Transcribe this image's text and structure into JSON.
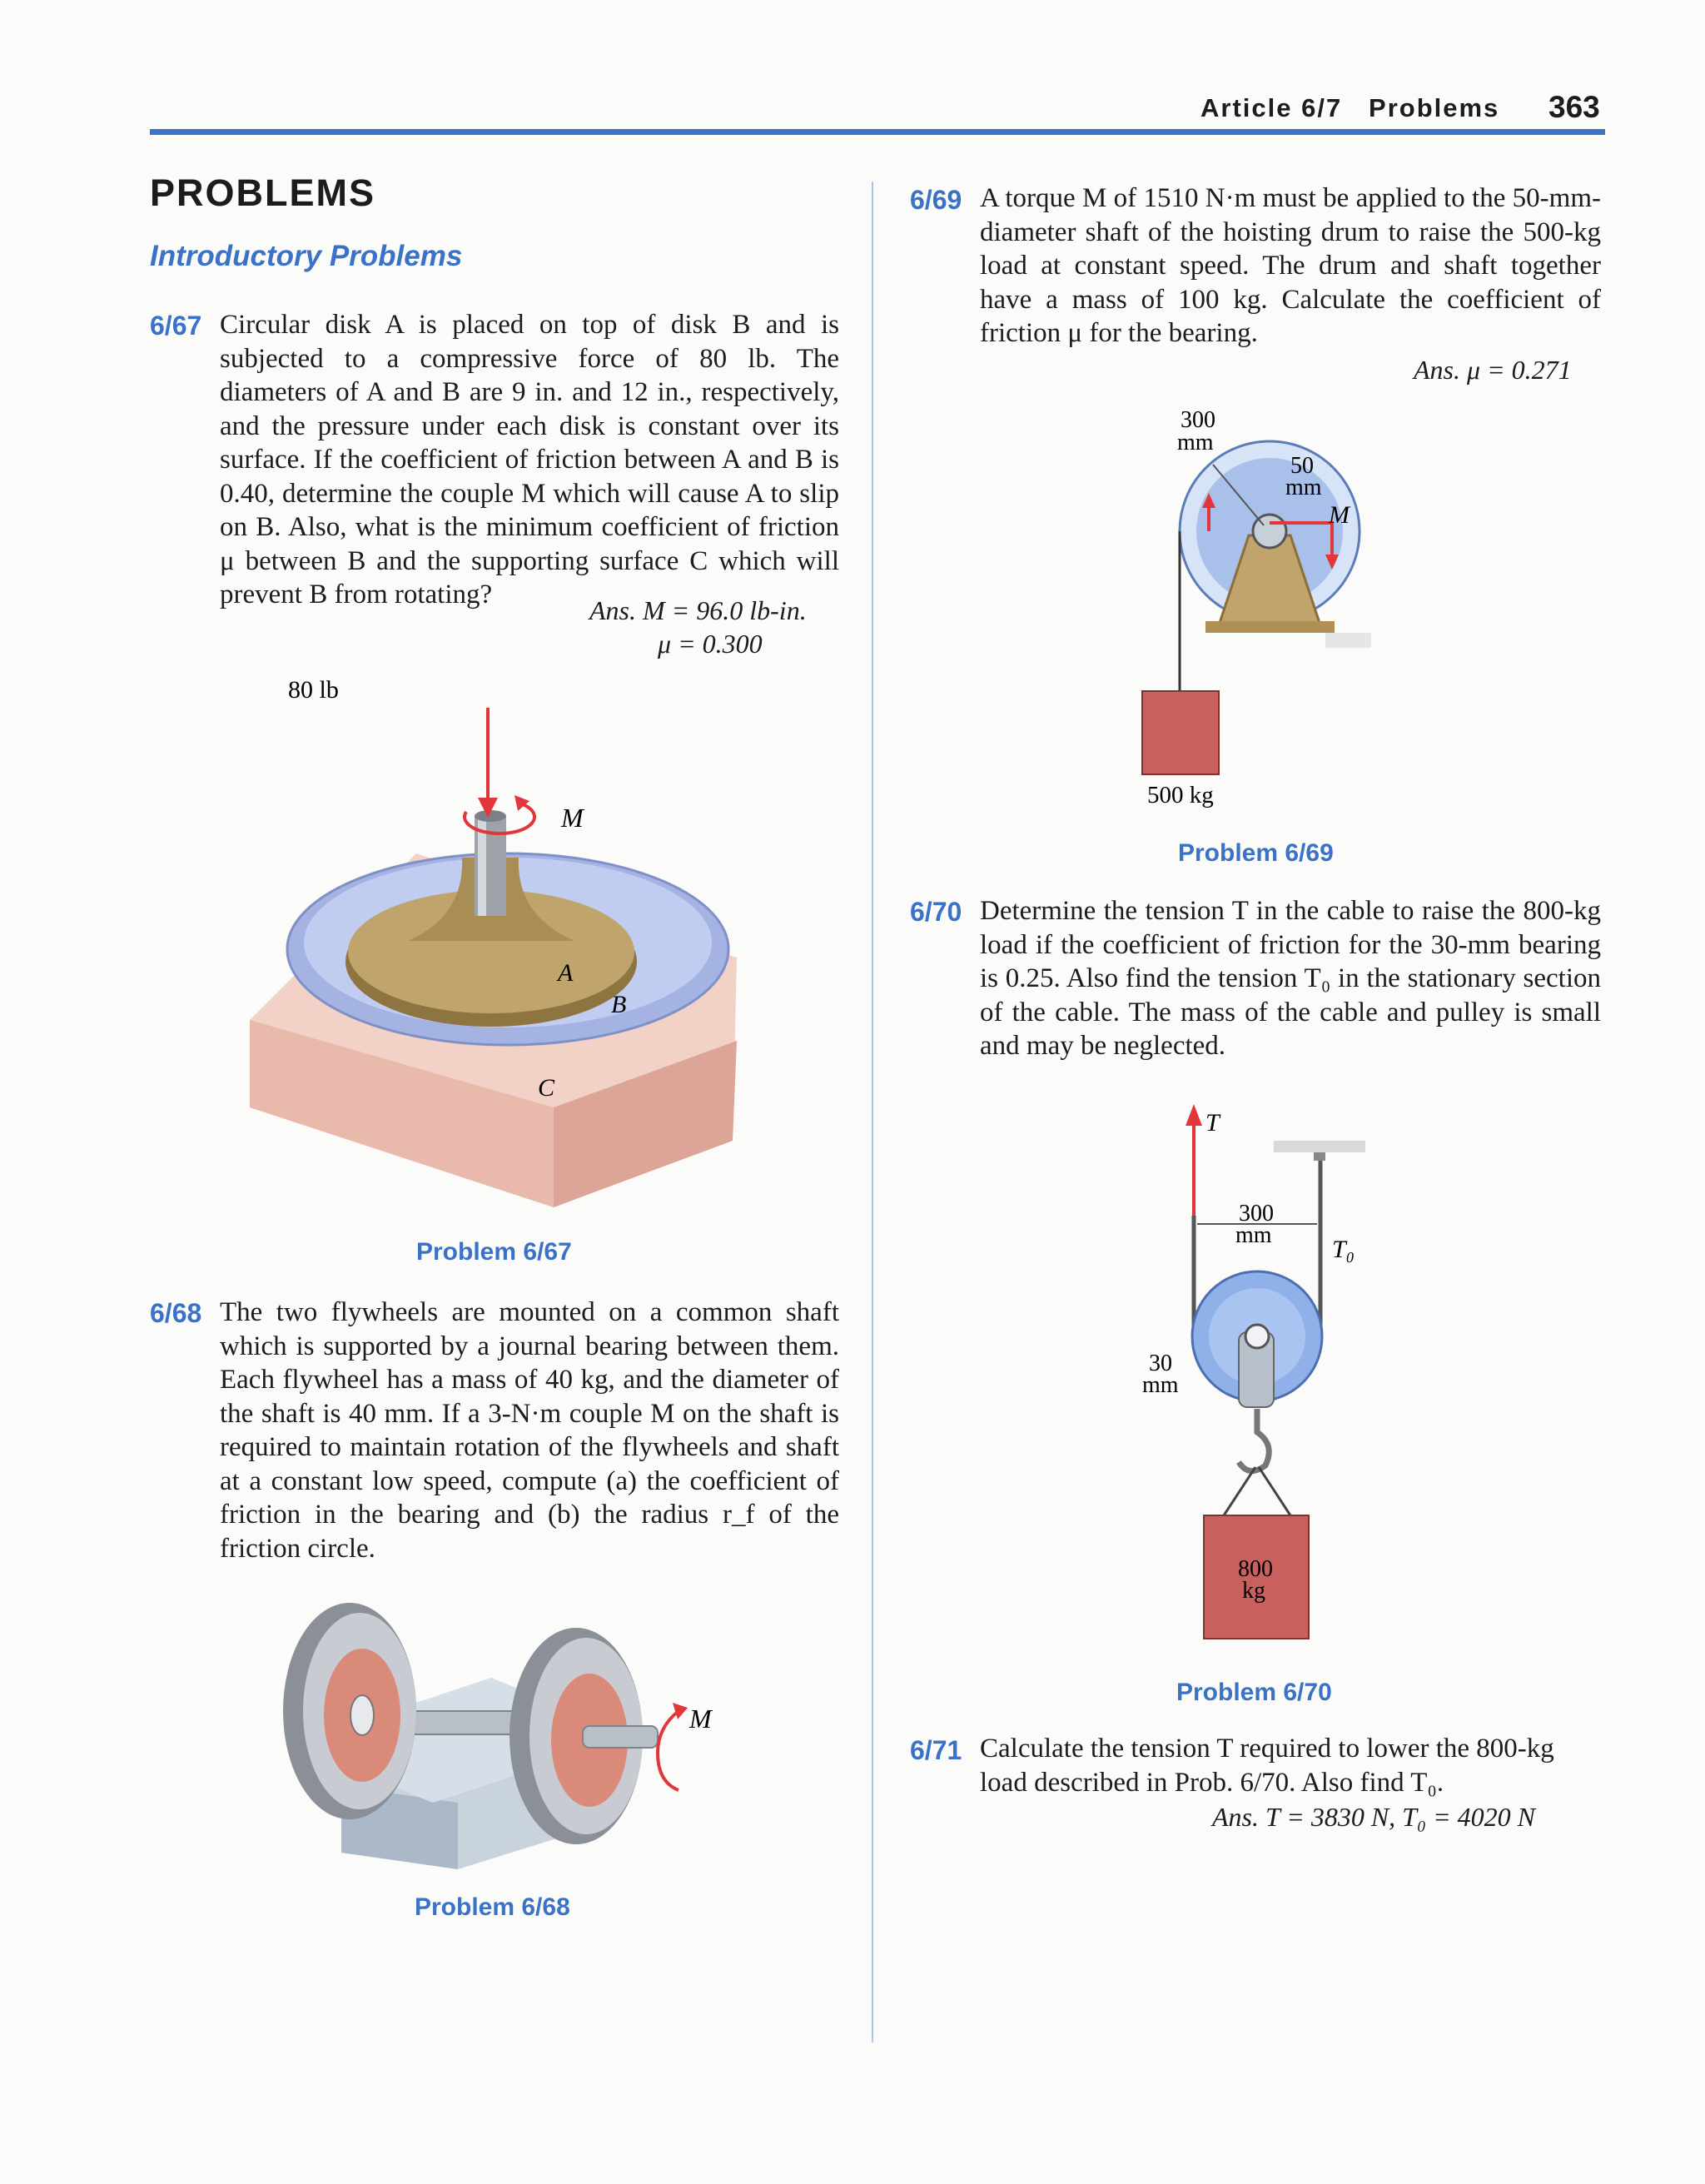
{
  "header": {
    "article": "Article 6/7   Problems",
    "page_number": "363"
  },
  "section_title": "PROBLEMS",
  "subsection_title": "Introductory Problems",
  "problems": {
    "p67": {
      "number": "6/67",
      "text": "Circular disk A is placed on top of disk B and is subjected to a compressive force of 80 lb. The diameters of A and B are 9 in. and 12 in., respectively, and the pressure under each disk is constant over its surface. If the coefficient of friction between A and B is 0.40, determine the couple M which will cause A to slip on B. Also, what is the minimum coefficient of friction μ between B and the supporting surface C which will prevent B from rotating?",
      "answer_line1": "Ans. M = 96.0 lb-in.",
      "answer_line2": "μ = 0.300",
      "caption": "Problem 6/67",
      "fig_labels": {
        "force": "80 lb",
        "couple": "M",
        "disk_a": "A",
        "disk_b": "B",
        "surface": "C"
      }
    },
    "p68": {
      "number": "6/68",
      "text": "The two flywheels are mounted on a common shaft which is supported by a journal bearing between them. Each flywheel has a mass of 40 kg, and the diameter of the shaft is 40 mm. If a 3-N·m couple M on the shaft is required to maintain rotation of the flywheels and shaft at a constant low speed, compute (a) the coefficient of friction in the bearing and (b) the radius r_f of the friction circle.",
      "caption": "Problem 6/68",
      "fig_labels": {
        "couple": "M"
      }
    },
    "p69": {
      "number": "6/69",
      "text": "A torque M of 1510 N·m must be applied to the 50-mm-diameter shaft of the hoisting drum to raise the 500-kg load at constant speed. The drum and shaft together have a mass of 100 kg. Calculate the coefficient of friction μ for the bearing.",
      "answer": "Ans. μ = 0.271",
      "caption": "Problem 6/69",
      "fig_labels": {
        "drum_radius_value": "300",
        "drum_radius_unit": "mm",
        "shaft_value": "50",
        "shaft_unit": "mm",
        "torque": "M",
        "load": "500 kg"
      }
    },
    "p70": {
      "number": "6/70",
      "text": "Determine the tension T in the cable to raise the 800-kg load if the coefficient of friction for the 30-mm bearing is 0.25. Also find the tension T₀ in the stationary section of the cable. The mass of the cable and pulley is small and may be neglected.",
      "caption": "Problem 6/70",
      "fig_labels": {
        "tension": "T",
        "span_value": "300",
        "span_unit": "mm",
        "tension0": "T₀",
        "bearing_value": "30",
        "bearing_unit": "mm",
        "load_value": "800",
        "load_unit": "kg"
      }
    },
    "p71": {
      "number": "6/71",
      "text": "Calculate the tension T required to lower the 800-kg load described in Prob. 6/70. Also find T₀.",
      "answer": "Ans. T = 3830 N, T₀ = 4020 N"
    }
  },
  "colors": {
    "accent_blue": "#3a72c7",
    "arrow_red": "#e2363b",
    "disk_blue": "#a9b8e4",
    "bronze": "#b49a5e",
    "pink_base": "#f0c9bd",
    "load_red": "#c9605d"
  }
}
